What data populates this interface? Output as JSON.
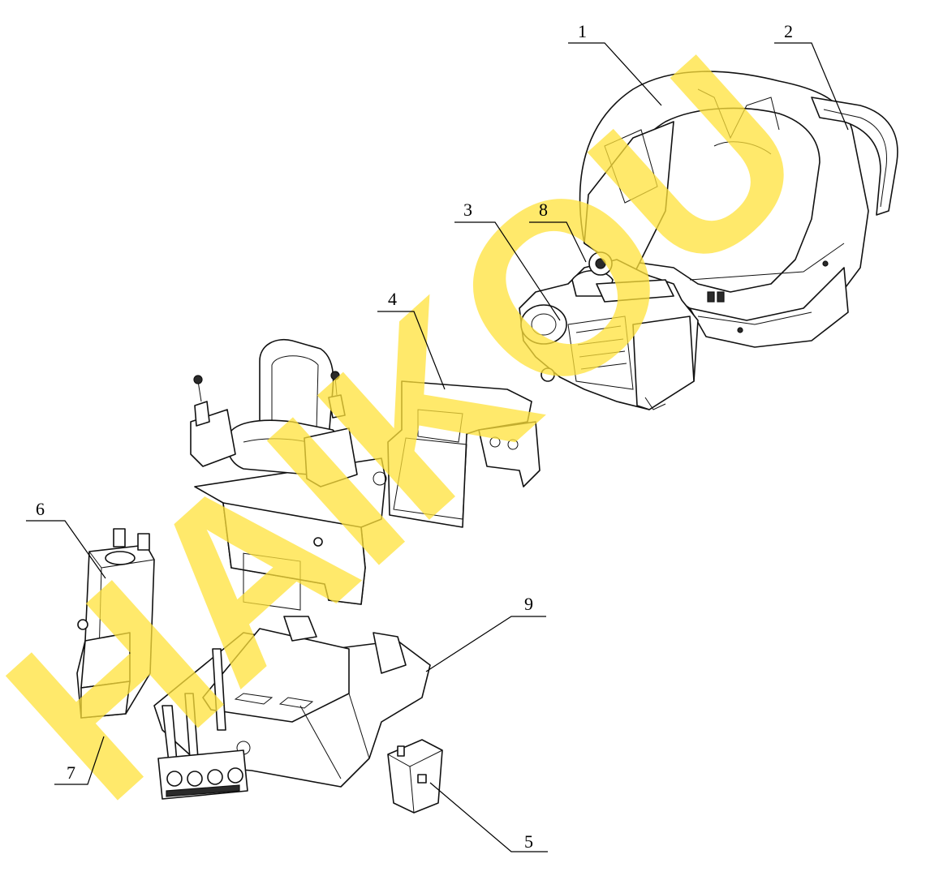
{
  "watermark": "HAIKOU",
  "callouts": [
    {
      "id": "1",
      "label": "1"
    },
    {
      "id": "2",
      "label": "2"
    },
    {
      "id": "3",
      "label": "3"
    },
    {
      "id": "4",
      "label": "4"
    },
    {
      "id": "5",
      "label": "5"
    },
    {
      "id": "6",
      "label": "6"
    },
    {
      "id": "7",
      "label": "7"
    },
    {
      "id": "8",
      "label": "8"
    },
    {
      "id": "9",
      "label": "9"
    }
  ]
}
